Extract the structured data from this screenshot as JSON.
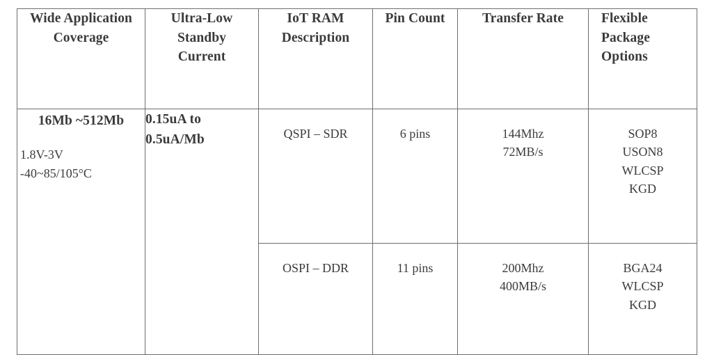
{
  "table": {
    "headers": [
      {
        "id": "wide-application-coverage",
        "lines": [
          "Wide Application",
          "Coverage"
        ],
        "align": "center"
      },
      {
        "id": "ultra-low-standby-current",
        "lines": [
          "Ultra-Low",
          "Standby",
          "Current"
        ],
        "align": "center"
      },
      {
        "id": "iot-ram-description",
        "lines": [
          "IoT RAM",
          "Description"
        ],
        "align": "center"
      },
      {
        "id": "pin-count",
        "lines": [
          "Pin Count"
        ],
        "align": "center"
      },
      {
        "id": "transfer-rate",
        "lines": [
          "Transfer Rate"
        ],
        "align": "center"
      },
      {
        "id": "flexible-package-options",
        "lines": [
          "Flexible",
          "Package",
          "Options"
        ],
        "align": "left"
      }
    ],
    "merged_cells": {
      "coverage": {
        "capacity": "16Mb ~512Mb",
        "voltage": "1.8V-3V",
        "temperature": "-40~85/105°C"
      },
      "standby_current": {
        "line1": "0.15uA to",
        "line2": "0.5uA/Mb"
      }
    },
    "rows": [
      {
        "description": "QSPI – SDR",
        "pin_count": "6 pins",
        "transfer_rate_clock": "144Mhz",
        "transfer_rate_throughput": "72MB/s",
        "packages": [
          "SOP8",
          "USON8",
          "WLCSP",
          "KGD"
        ]
      },
      {
        "description": "OSPI – DDR",
        "pin_count": "11 pins",
        "transfer_rate_clock": "200Mhz",
        "transfer_rate_throughput": "400MB/s",
        "packages": [
          "BGA24",
          "WLCSP",
          "KGD"
        ]
      }
    ]
  },
  "colors": {
    "text": "#3b3b3b",
    "border": "#6e6e6e",
    "background": "#ffffff"
  }
}
